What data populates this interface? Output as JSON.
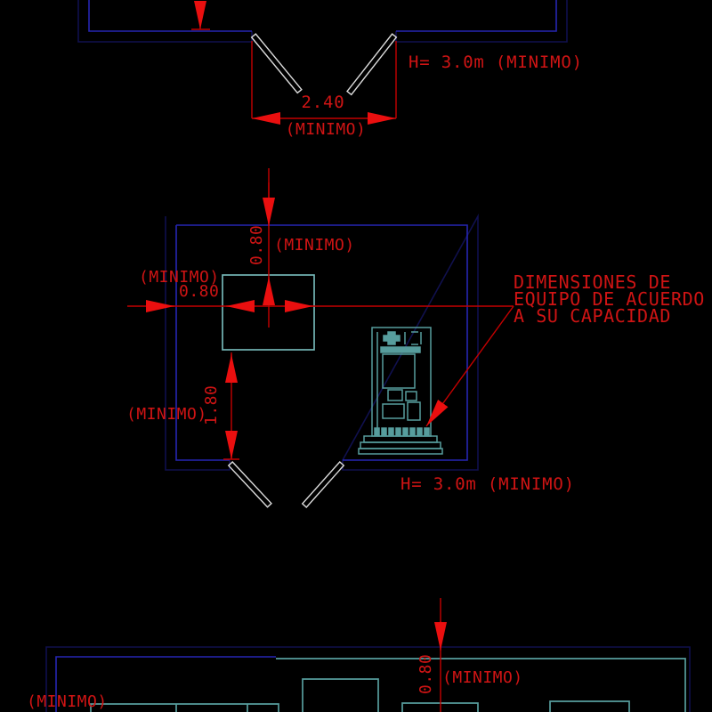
{
  "colors": {
    "background": "#000000",
    "wall_outer": "#10104e",
    "wall_inner": "#2525b2",
    "equipment_teal": "#579d9d",
    "pad_teal": "#74b6b6",
    "dim_line_red": "#c40000",
    "arrow_red": "#ea0f0f",
    "text_red": "#cf1414",
    "door_white": "#dddddd"
  },
  "top_plan": {
    "door_width": "2.40",
    "door_width_min": "(MINIMO)",
    "height_note": "H= 3.0m (MINIMO)"
  },
  "middle_plan": {
    "rear_clearance_value": "0.80",
    "rear_clearance_min": "(MINIMO)",
    "side_clearance_min": "(MINIMO)",
    "side_clearance_value": "0.80",
    "front_clearance_min": "(MINIMO)",
    "front_clearance_value": "1.80",
    "equipment_note": [
      "DIMENSIONES DE",
      "EQUIPO DE ACUERDO",
      "A SU CAPACIDAD"
    ],
    "height_note": "H= 3.0m (MINIMO)"
  },
  "bottom_plan": {
    "rear_clearance_value": "0.80",
    "rear_clearance_min": "(MINIMO)",
    "left_label": "(MINIMO)"
  }
}
